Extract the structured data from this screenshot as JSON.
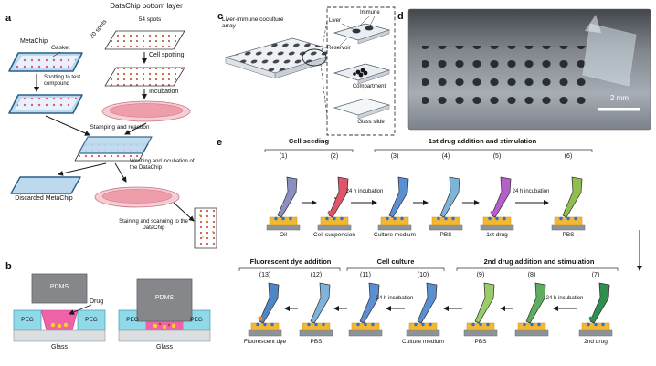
{
  "panels": {
    "a": {
      "label": "a",
      "title": "DataChip bottom layer",
      "spots_20": "20 spots",
      "spots_54": "54 spots",
      "cell_spotting": "Cell spotting",
      "incubation": "Incubation",
      "metachip": "MetaChip",
      "gasket": "Gasket",
      "spotting_to_test": "Spotting to test compound",
      "stamping": "Stamping and reaction",
      "washing": "Washing and incubation of the DataChip",
      "discarded": "Discarded MetaChip",
      "staining": "Staining and scanning to the DataChip"
    },
    "b": {
      "label": "b",
      "pdms": "PDMS",
      "drug": "Drug",
      "peg": "PEG",
      "glass": "Glass"
    },
    "c": {
      "label": "c",
      "title": "Liver-immune coculture array",
      "immune": "Immune",
      "liver": "Liver",
      "reservoir": "Reservoir",
      "compartment": "Compartment",
      "glass_slide": "Glass slide"
    },
    "d": {
      "label": "d",
      "scale_bar": "2 mm"
    },
    "e": {
      "label": "e",
      "headers": {
        "cell_seeding": "Cell seeding",
        "first_drug": "1st drug addition and stimulation",
        "fluorescent": "Fluorescent dye addition",
        "cell_culture": "Cell culture",
        "second_drug": "2nd drug addition and stimulation"
      },
      "incubation": "24 h incubation",
      "top_steps": [
        {
          "num": "(1)",
          "caption": "Oil",
          "color": "#8a8fc0"
        },
        {
          "num": "(2)",
          "caption": "Cell suspension",
          "color": "#e0556a"
        },
        {
          "num": "(3)",
          "caption": "Culture medium",
          "color": "#5b8fd4"
        },
        {
          "num": "(4)",
          "caption": "PBS",
          "color": "#7fb3d9"
        },
        {
          "num": "(5)",
          "caption": "1st drug",
          "color": "#b55fc9"
        },
        {
          "num": "(6)",
          "caption": "PBS",
          "color": "#8fbf4f"
        }
      ],
      "bottom_steps": [
        {
          "num": "(13)",
          "caption": "Fluorescent dye",
          "color": "#4f86c6",
          "drop": "#e8872a"
        },
        {
          "num": "(12)",
          "caption": "PBS",
          "color": "#7fb3d9"
        },
        {
          "num": "(11)",
          "caption": "",
          "color": "#5b8fd4"
        },
        {
          "num": "(10)",
          "caption": "Culture medium",
          "color": "#5b8fd4"
        },
        {
          "num": "(9)",
          "caption": "PBS",
          "color": "#9acd6a"
        },
        {
          "num": "(8)",
          "caption": "",
          "color": "#5fae5f"
        },
        {
          "num": "(7)",
          "caption": "2nd drug",
          "color": "#2f8f4f"
        }
      ]
    }
  }
}
